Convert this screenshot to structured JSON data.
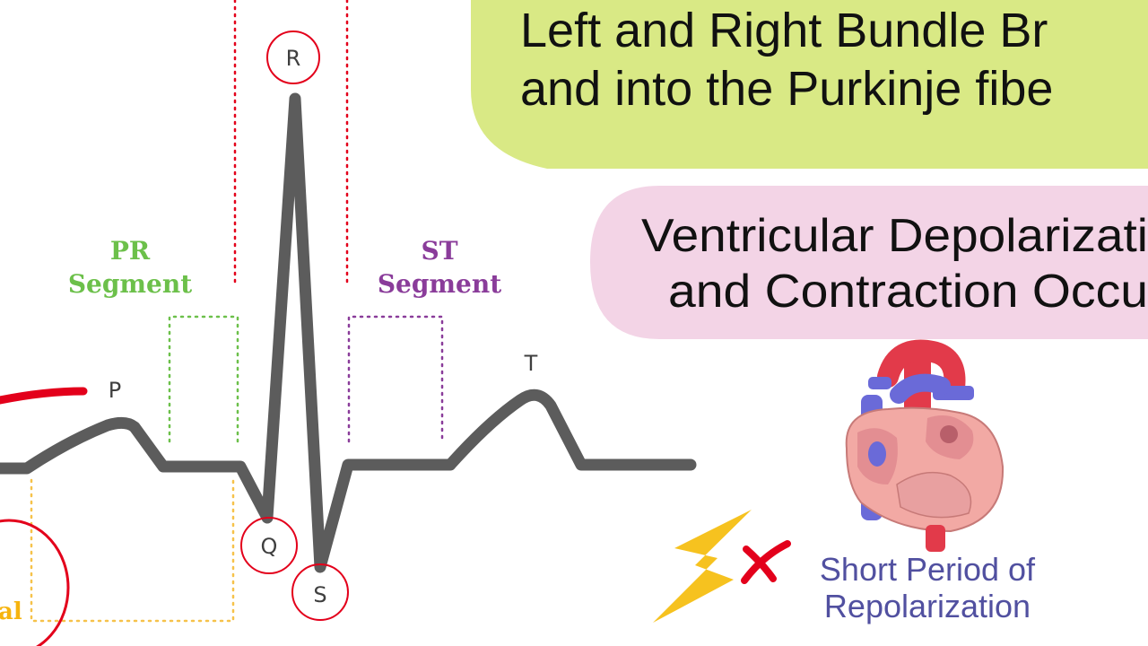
{
  "ecg": {
    "wave_labels": {
      "p": "P",
      "q": "Q",
      "r": "R",
      "s": "S",
      "t": "T"
    },
    "pr_segment": {
      "line1": "PR",
      "line2": "Segment"
    },
    "st_segment": {
      "line1": "ST",
      "line2": "Segment"
    },
    "cut_off_label": "al"
  },
  "callouts": {
    "bundle_branches": {
      "line1": "Left and Right Bundle Br",
      "line2": "and into the Purkinje fibe"
    },
    "ventricular": {
      "line1": "Ventricular Depolarizati",
      "line2": "and Contraction Occu"
    }
  },
  "repolarization_note": {
    "line1": "Short Period of",
    "line2": "Repolarization"
  },
  "colors": {
    "trace": "#5c5c5c",
    "pr_green": "#6cc04a",
    "st_purple": "#8a3c9a",
    "red_marker": "#e3001b",
    "orange_dotted": "#f6c24a",
    "green_callout": "#d9e985",
    "pink_callout": "#f3d4e6",
    "blue_text": "#5150a0",
    "lightning": "#f6c21f"
  },
  "icons": {
    "heart": "heart-anatomy-icon",
    "lightning": "lightning-bolt-icon",
    "cross": "red-x-icon"
  }
}
